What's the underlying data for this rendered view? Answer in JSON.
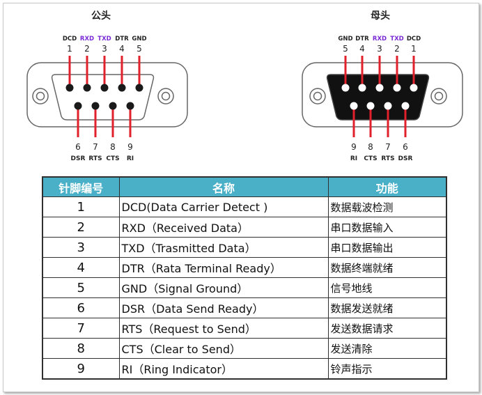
{
  "male": {
    "title": "公头",
    "top_pins": [
      {
        "num": "1",
        "label": "DCD",
        "color": "#222222"
      },
      {
        "num": "2",
        "label": "RXD",
        "color": "#7a2bd6"
      },
      {
        "num": "3",
        "label": "TXD",
        "color": "#7a2bd6"
      },
      {
        "num": "4",
        "label": "DTR",
        "color": "#222222"
      },
      {
        "num": "5",
        "label": "GND",
        "color": "#222222"
      }
    ],
    "bottom_pins": [
      {
        "num": "6",
        "label": "DSR"
      },
      {
        "num": "7",
        "label": "RTS"
      },
      {
        "num": "8",
        "label": "CTS"
      },
      {
        "num": "9",
        "label": "RI"
      }
    ]
  },
  "female": {
    "title": "母头",
    "top_pins": [
      {
        "num": "5",
        "label": "GND",
        "color": "#222222"
      },
      {
        "num": "4",
        "label": "DTR",
        "color": "#222222"
      },
      {
        "num": "3",
        "label": "RXD",
        "color": "#7a2bd6"
      },
      {
        "num": "2",
        "label": "TXD",
        "color": "#7a2bd6"
      },
      {
        "num": "1",
        "label": "DCD",
        "color": "#222222"
      }
    ],
    "bottom_pins": [
      {
        "num": "9",
        "label": "RI"
      },
      {
        "num": "8",
        "label": "CTS"
      },
      {
        "num": "7",
        "label": "RTS"
      },
      {
        "num": "6",
        "label": "DSR"
      }
    ]
  },
  "colors": {
    "pin_line": "#e0202a",
    "header_bg": "#4ab0c8",
    "connector_fill": "#111111"
  },
  "table": {
    "headers": [
      "针脚编号",
      "名称",
      "功能"
    ],
    "rows": [
      {
        "num": "1",
        "name": "DCD(Data Carrier Detect )",
        "func": "数据载波检测"
      },
      {
        "num": "2",
        "name": "RXD（Received Data）",
        "func": "串口数据输入"
      },
      {
        "num": "3",
        "name": "TXD（Trasmitted Data）",
        "func": "串口数据输出"
      },
      {
        "num": "4",
        "name": "DTR（Rata Terminal Ready）",
        "func": "数据终端就绪"
      },
      {
        "num": "5",
        "name": "GND（Signal Ground）",
        "func": "信号地线"
      },
      {
        "num": "6",
        "name": "DSR（Data Send Ready）",
        "func": "数据发送就绪"
      },
      {
        "num": "7",
        "name": "RTS（Request to Send）",
        "func": "发送数据请求"
      },
      {
        "num": "8",
        "name": "CTS（Clear to Send）",
        "func": "发送清除"
      },
      {
        "num": "9",
        "name": "RI（Ring Indicator）",
        "func": "铃声指示"
      }
    ]
  }
}
